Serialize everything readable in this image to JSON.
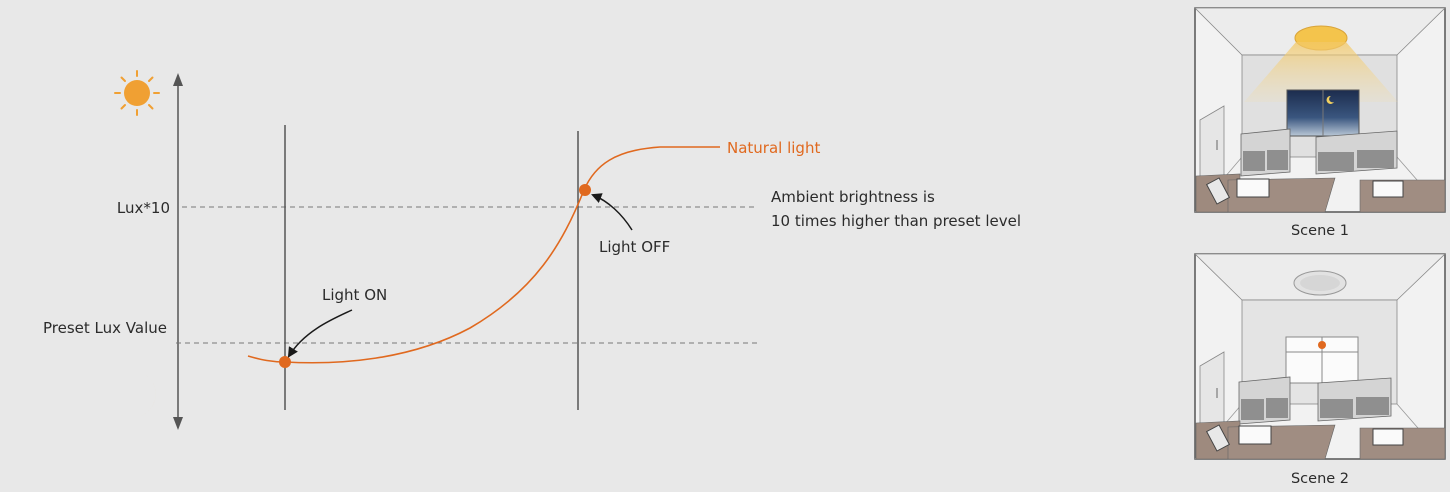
{
  "diagram": {
    "y_axis_labels": {
      "lux10": "Lux*10",
      "preset": "Preset Lux Value"
    },
    "curve_label": "Natural light",
    "light_on_label": "Light ON",
    "light_off_label": "Light OFF",
    "ambient_note_line1": "Ambient brightness is",
    "ambient_note_line2": "10 times higher than preset level"
  },
  "scenes": [
    {
      "caption": "Scene 1"
    },
    {
      "caption": "Scene 2"
    }
  ],
  "colors": {
    "background": "#e8e8e8",
    "accent": "#e0691f",
    "sun": "#f0a033",
    "moon": "#e8a82e",
    "axis": "#555555"
  },
  "icons": {
    "top": "sun-icon",
    "bottom": "moon-icon"
  }
}
